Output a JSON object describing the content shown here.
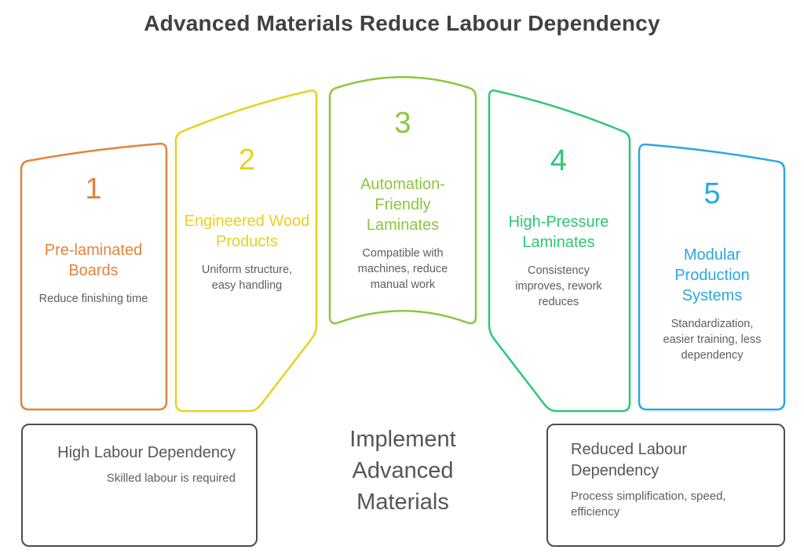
{
  "title": "Advanced Materials Reduce Labour Dependency",
  "panels": [
    {
      "number": "1",
      "title": "Pre-laminated Boards",
      "description": "Reduce finishing time",
      "color": "#E2833E"
    },
    {
      "number": "2",
      "title": "Engineered Wood Products",
      "description": "Uniform structure, easy handling",
      "color": "#EAD01E"
    },
    {
      "number": "3",
      "title": "Automation-Friendly Laminates",
      "description": "Compatible with machines, reduce manual work",
      "color": "#8DC63F"
    },
    {
      "number": "4",
      "title": "High-Pressure Laminates",
      "description": "Consistency improves, rework reduces",
      "color": "#2EC774"
    },
    {
      "number": "5",
      "title": "Modular Production Systems",
      "description": "Standardization, easier training, less dependency",
      "color": "#29A9E1"
    }
  ],
  "left_box": {
    "title": "High Labour Dependency",
    "description": "Skilled labour is required"
  },
  "center_label": "Implement Advanced Materials",
  "right_box": {
    "title": "Reduced Labour Dependency",
    "description": "Process simplification, speed, efficiency"
  },
  "colors": {
    "box_border": "#4D4D4D",
    "heading_text": "#414141",
    "body_text": "#5E5E5E",
    "center_text": "#54565A"
  }
}
